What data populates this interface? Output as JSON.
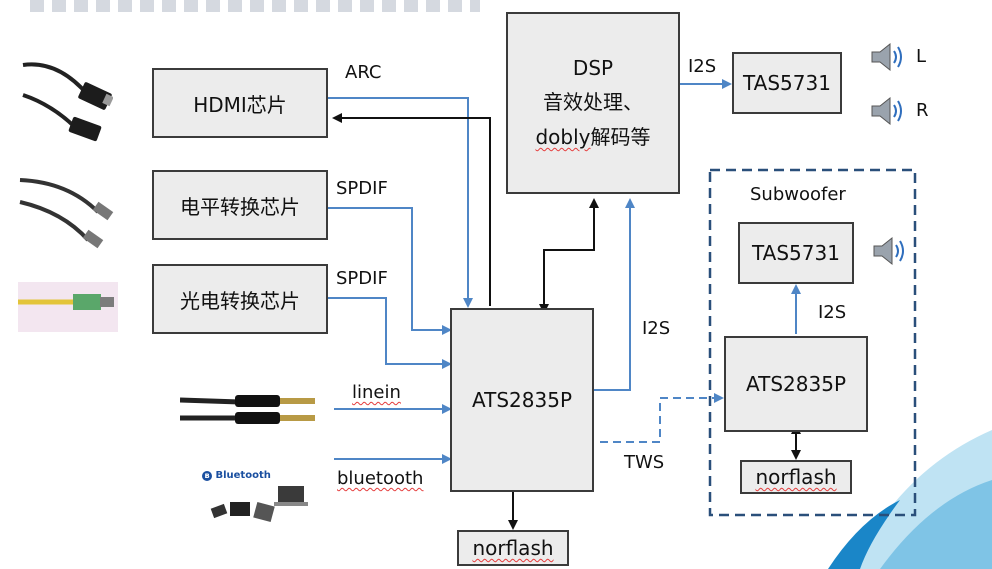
{
  "blocks": {
    "hdmi": "HDMI芯片",
    "level": "电平转换芯片",
    "optical": "光电转换芯片",
    "ats_main": "ATS2835P",
    "dsp_line1": "DSP",
    "dsp_line2": "音效处理、",
    "dsp_line3_a": "dobly",
    "dsp_line3_b": "解码等",
    "tas_main": "TAS5731",
    "tas_sub": "TAS5731",
    "ats_sub": "ATS2835P",
    "norflash_main": "norflash",
    "norflash_sub": "norflash"
  },
  "labels": {
    "arc": "ARC",
    "spdif1": "SPDIF",
    "spdif2": "SPDIF",
    "linein": "linein",
    "bluetooth": "bluetooth",
    "i2s_dsp": "I2S",
    "i2s_main": "I2S",
    "i2s_sub": "I2S",
    "tws": "TWS",
    "subwoofer": "Subwoofer",
    "left": "L",
    "right": "R",
    "bt_logo": "Bluetooth"
  },
  "colors": {
    "arrow_blue": "#4f86c6",
    "arrow_black": "#111111",
    "box_fill": "#ececec",
    "dashed_border": "#2a4f7a"
  }
}
